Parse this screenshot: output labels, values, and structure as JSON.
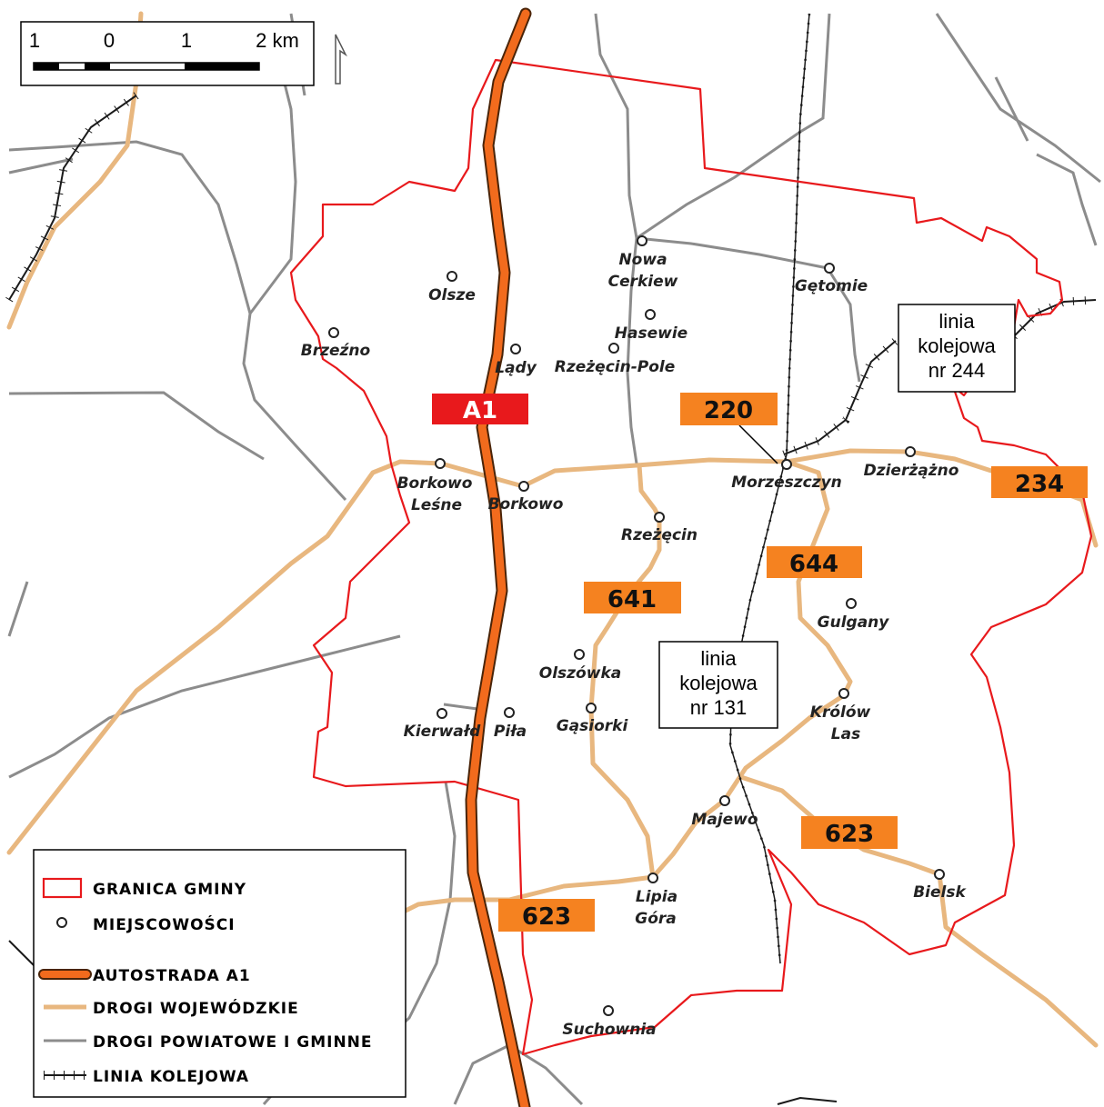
{
  "scale_bar": {
    "ticks": [
      "1",
      "0",
      "1",
      "2 km"
    ]
  },
  "highway": {
    "label": "A1"
  },
  "road_numbers": {
    "r220": "220",
    "r234": "234",
    "r641": "641",
    "r644": "644",
    "r623a": "623",
    "r623b": "623"
  },
  "railway_labels": {
    "line244": [
      "linia",
      "kolejowa",
      "nr 244"
    ],
    "line131": [
      "linia",
      "kolejowa",
      "nr 131"
    ]
  },
  "places": {
    "olsze": [
      "Olsze"
    ],
    "brzezno": [
      "Brzeźno"
    ],
    "lady": [
      "Lądy"
    ],
    "nowa_cerkiew": [
      "Nowa",
      "Cerkiew"
    ],
    "hasewie": [
      "Hasewie"
    ],
    "rzezecin_pole": [
      "Rzeżęcin-Pole"
    ],
    "getomie": [
      "Gętomie"
    ],
    "borkowo_lesne": [
      "Borkowo",
      "Leśne"
    ],
    "borkowo": [
      "Borkowo"
    ],
    "morzeszczyn": [
      "Morzeszczyn"
    ],
    "dzierzazno": [
      "Dzierżążno"
    ],
    "rzezecin": [
      "Rzeżęcin"
    ],
    "gulgany": [
      "Gulgany"
    ],
    "olszowka": [
      "Olszówka"
    ],
    "kierwald": [
      "Kierwałd"
    ],
    "pila": [
      "Piła"
    ],
    "gasiorki": [
      "Gąsiorki"
    ],
    "krolow_las": [
      "Królów",
      "Las"
    ],
    "majewo": [
      "Majewo"
    ],
    "lipia_gora": [
      "Lipia",
      "Góra"
    ],
    "bielsk": [
      "Bielsk"
    ],
    "suchownia": [
      "Suchownia"
    ]
  },
  "legend": {
    "items": [
      {
        "label": "GRANICA GMINY"
      },
      {
        "label": "MIEJSCOWOŚCI"
      },
      {
        "label": "AUTOSTRADA A1"
      },
      {
        "label": "DROGI WOJEWÓDZKIE"
      },
      {
        "label": "DROGI POWIATOWE I GMINNE"
      },
      {
        "label": "LINIA KOLEJOWA"
      }
    ]
  },
  "colors": {
    "boundary": "#e8191c",
    "highway": "#f26b1d",
    "voivodeship_road": "#f2c08c",
    "local_road": "#8c8c8c",
    "railway": "#1a1a1a",
    "road_number_box": "#f58220",
    "a1_box": "#e8191c"
  }
}
